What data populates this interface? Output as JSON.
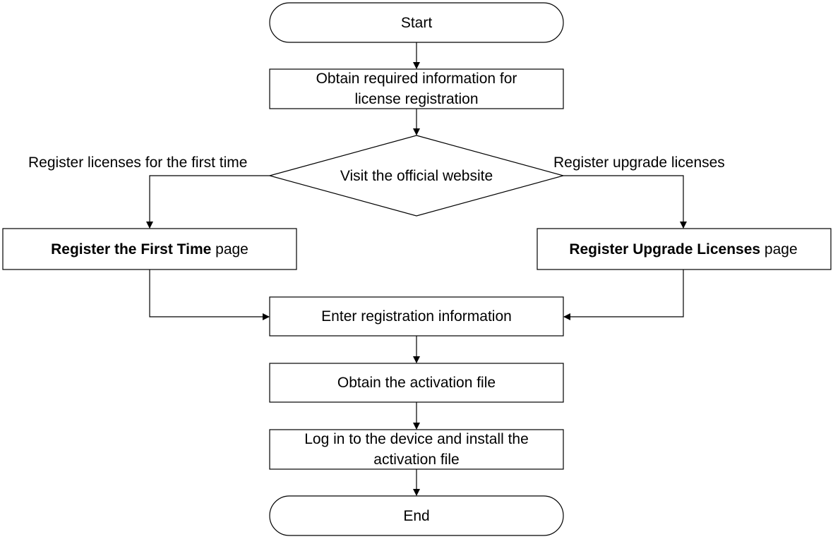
{
  "diagram": {
    "colors": {
      "stroke": "#000000",
      "fill": "#ffffff",
      "text": "#000000"
    },
    "start": {
      "label": "Start"
    },
    "step_obtain_info": {
      "line1": "Obtain required information for",
      "line2": "license registration"
    },
    "decision_visit": {
      "label": "Visit the official website"
    },
    "branch_left": {
      "label": "Register licenses for the first time"
    },
    "branch_right": {
      "label": "Register upgrade licenses"
    },
    "page_first_time": {
      "bold": "Register the First Time",
      "suffix": " page"
    },
    "page_upgrade": {
      "bold": "Register Upgrade Licenses",
      "suffix": " page"
    },
    "step_enter_info": {
      "label": "Enter registration information"
    },
    "step_obtain_file": {
      "label": "Obtain the activation file"
    },
    "step_install": {
      "line1": "Log in to the device and install the",
      "line2": "activation file"
    },
    "end": {
      "label": "End"
    }
  }
}
